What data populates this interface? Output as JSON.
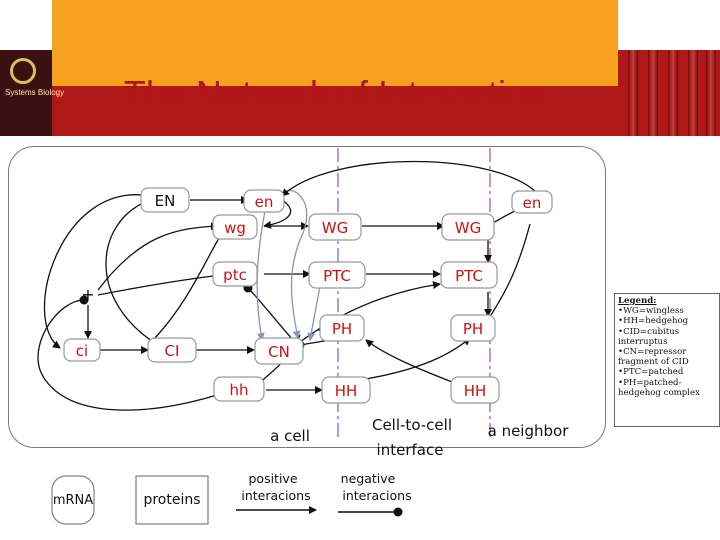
{
  "title": "The Network of Interaction",
  "logo": {
    "text": "Systems Biology"
  },
  "nodes": {
    "EN": "EN",
    "en_left": "en",
    "en_right": "en",
    "wg": "wg",
    "WG_cell": "WG",
    "WG_neighbor": "WG",
    "ptc": "ptc",
    "PTC_cell": "PTC",
    "PTC_neighbor": "PTC",
    "plus": "+",
    "ci": "ci",
    "CI": "CI",
    "CN": "CN",
    "PH_cell": "PH",
    "PH_neighbor": "PH",
    "hh": "hh",
    "HH_cell": "HH",
    "HH_neighbor": "HH"
  },
  "regions": {
    "cell": "a cell",
    "interface_line1": "Cell-to-cell",
    "interface_line2": "interface",
    "neighbor": "a neighbor"
  },
  "key": {
    "mrna": "mRNA",
    "proteins": "proteins",
    "positive_line1": "positive",
    "positive_line2": "interacions",
    "negative_line1": "negative",
    "negative_line2": "interacions"
  },
  "legend": {
    "title": "Legend:",
    "lines": [
      "•WG=wingless",
      "•HH=hedgehog",
      "•CID=cubitus",
      "interruptus",
      "•CN=repressor",
      "fragment of CID",
      "•PTC=patched",
      "•PH=patched-",
      "hedgehog complex"
    ]
  },
  "colors": {
    "banner_red": "#b01818",
    "banner_orange": "#f5a11f",
    "title_red": "#b0151a",
    "protein_red": "#cc1111",
    "interface_purple": "#9a6bc8",
    "edge_gray": "#9aa4c6"
  }
}
